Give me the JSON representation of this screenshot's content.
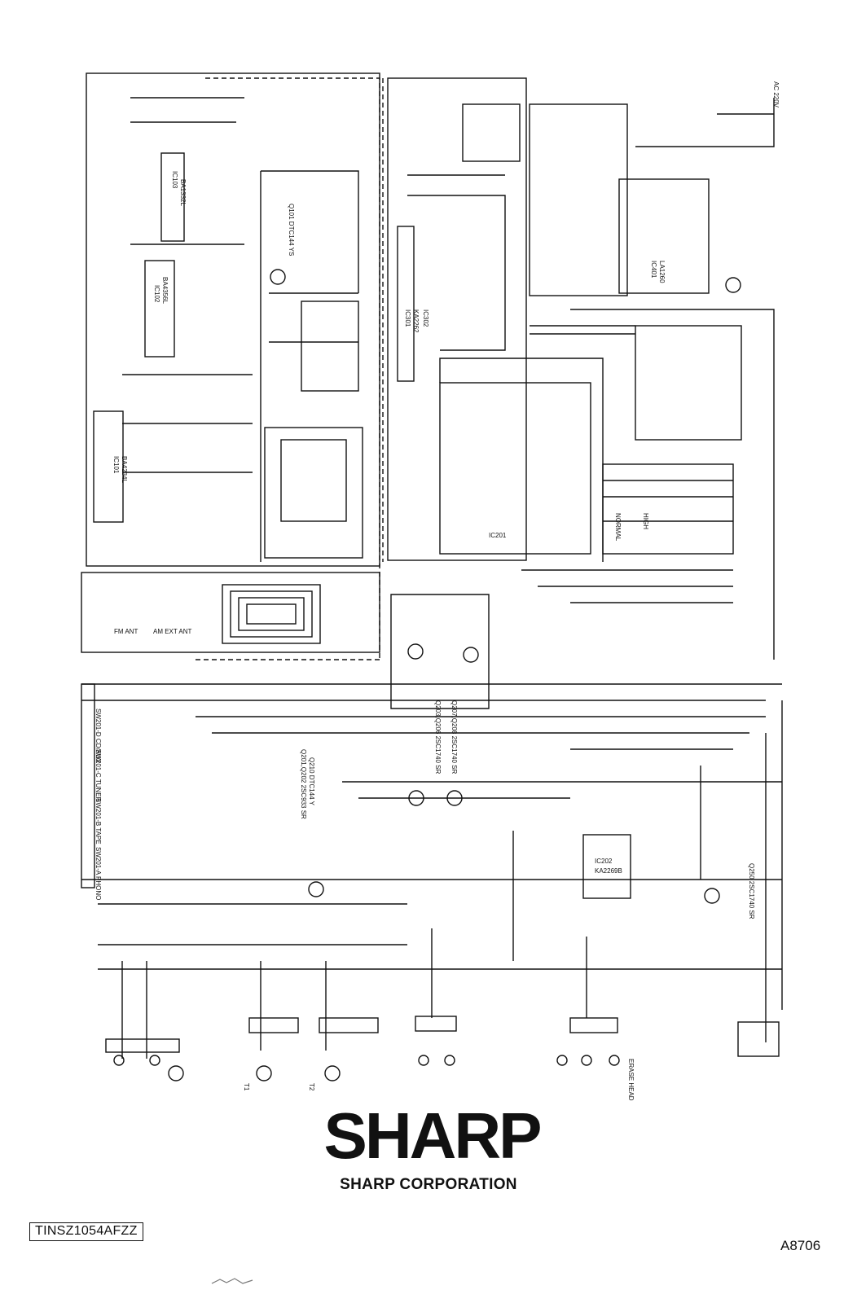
{
  "brand": {
    "logo_text": "SHARP",
    "corporation": "SHARP CORPORATION"
  },
  "document": {
    "part_number": "TINSZ1054AFZZ",
    "doc_code": "A8706"
  },
  "schematic": {
    "ic_labels": [
      "IC101",
      "IC102",
      "IC103",
      "IC201",
      "IC202",
      "IC301",
      "IC302",
      "IC401"
    ],
    "part_labels": [
      "BA4234L",
      "BA4356L",
      "BA1332L",
      "KA2262",
      "LA1260",
      "KA2269B"
    ],
    "transistor_labels": [
      "Q101 DTC144 YS",
      "Q201,Q202 2SC933 SR",
      "Q210 DTC144 Y",
      "Q203,Q206 2SC1740 SR",
      "Q207,Q208 2SC1740 SR",
      "Q250 2SC1740 SR"
    ],
    "connector_labels": [
      "FM ANT",
      "AM EXT ANT",
      "T1",
      "T2",
      "ERASE HEAD",
      "AC 220V"
    ],
    "switch_labels": [
      "SW201-A PHONO",
      "SW201-B TAPE",
      "SW201-C TUNER",
      "SW201-D CD/AUX"
    ],
    "table_labels": [
      "NORMAL",
      "HIGH"
    ]
  },
  "colors": {
    "ink": "#111111",
    "paper": "#ffffff"
  }
}
